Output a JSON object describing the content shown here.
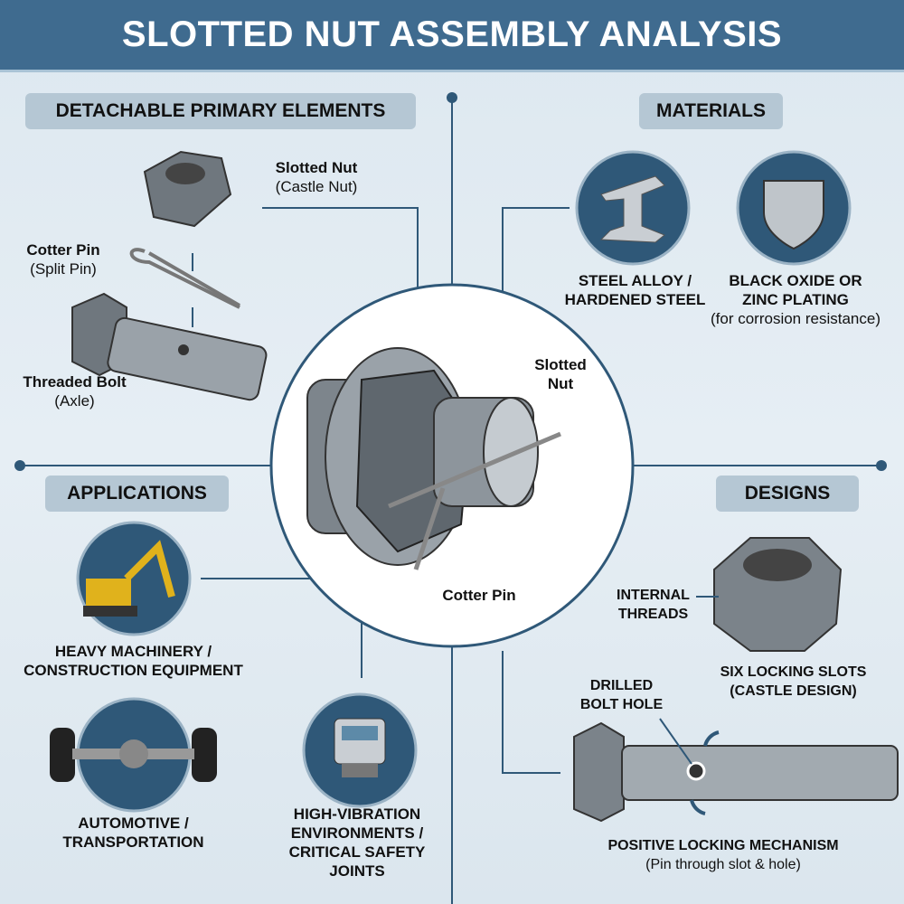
{
  "title": "SLOTTED NUT ASSEMBLY ANALYSIS",
  "sections": {
    "detachable": "DETACHABLE PRIMARY ELEMENTS",
    "materials": "MATERIALS",
    "applications": "APPLICATIONS",
    "designs": "DESIGNS"
  },
  "elements": {
    "slotted_nut": {
      "name": "Slotted Nut",
      "alt": "(Castle Nut)"
    },
    "cotter_pin": {
      "name": "Cotter Pin",
      "alt": "(Split Pin)"
    },
    "threaded_bolt": {
      "name": "Threaded Bolt",
      "alt": "(Axle)"
    }
  },
  "center": {
    "slotted_nut_1": "Slotted",
    "slotted_nut_2": "Nut",
    "cotter_pin": "Cotter Pin"
  },
  "materials": [
    {
      "line1": "STEEL ALLOY /",
      "line2": "HARDENED STEEL"
    },
    {
      "line1": "BLACK OXIDE OR",
      "line2": "ZINC PLATING",
      "note": "(for corrosion resistance)"
    }
  ],
  "applications": [
    {
      "line1": "HEAVY MACHINERY /",
      "line2": "CONSTRUCTION EQUIPMENT"
    },
    {
      "line1": "AUTOMOTIVE /",
      "line2": "TRANSPORTATION"
    },
    {
      "line1": "HIGH-VIBRATION",
      "line2": "ENVIRONMENTS /",
      "line3": "CRITICAL SAFETY",
      "line4": "JOINTS"
    }
  ],
  "designs": {
    "internal_1": "INTERNAL",
    "internal_2": "THREADS",
    "slots_1": "SIX LOCKING SLOTS",
    "slots_2": "(CASTLE DESIGN)",
    "hole_1": "DRILLED",
    "hole_2": "BOLT HOLE",
    "mech": "POSITIVE LOCKING MECHANISM",
    "mech_note": "(Pin through slot & hole)"
  },
  "colors": {
    "header": "#3f6b8f",
    "accent": "#2f5878",
    "label_bg": "#b5c7d4"
  }
}
